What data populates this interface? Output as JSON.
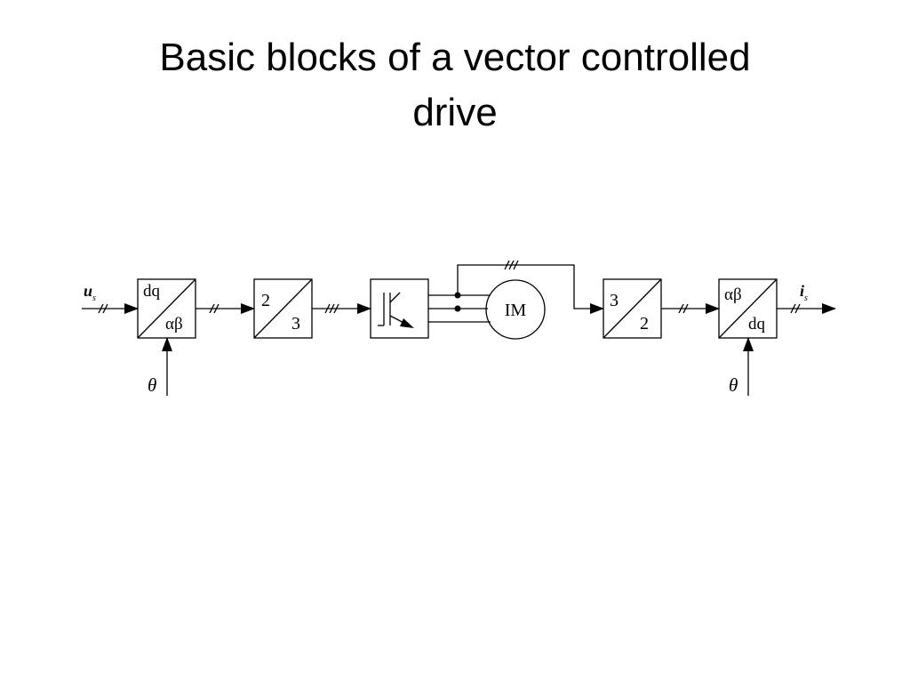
{
  "slide": {
    "title_line1": "Basic blocks of a vector controlled",
    "title_line2": "drive"
  },
  "diagram": {
    "input_signal": {
      "symbol": "u",
      "subscript": "s"
    },
    "output_signal": {
      "symbol": "i",
      "subscript": "s"
    },
    "blocks": {
      "dq_to_alphabeta": {
        "top_left": "dq",
        "bottom_right": "αβ"
      },
      "two_to_three": {
        "top_left": "2",
        "bottom_right": "3"
      },
      "inverter": {
        "icon": "transistor-switch-icon"
      },
      "motor": {
        "label": "IM"
      },
      "three_to_two": {
        "top_left": "3",
        "bottom_right": "2"
      },
      "alphabeta_to_dq": {
        "top_left": "αβ",
        "bottom_right": "dq"
      }
    },
    "angle_label_left": "θ",
    "angle_label_right": "θ",
    "colors": {
      "line": "#000000",
      "background": "#ffffff"
    }
  }
}
